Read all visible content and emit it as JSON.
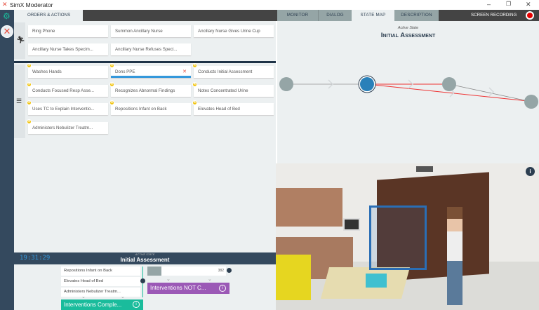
{
  "window": {
    "title": "SimX Moderator",
    "controls": [
      "minimize",
      "restore",
      "close"
    ]
  },
  "left_tabs": {
    "orders_actions": "ORDERS & ACTIONS"
  },
  "right_tabs": [
    {
      "label": "MONITOR"
    },
    {
      "label": "DIALOG"
    },
    {
      "label": "STATE MAP",
      "active": true
    },
    {
      "label": "DESCRIPTION"
    }
  ],
  "screen_recording": {
    "label": "SCREEN RECORDING",
    "color": "#e60000"
  },
  "actions": [
    "Ring Phone",
    "Summon Ancillary Nurse",
    "Ancillary Nurse Gives Urine Cup",
    "Ancillary Nurse Takes Specim...",
    "Ancillary Nurse Refuses Speci..."
  ],
  "checklist": [
    {
      "label": "Washes Hands"
    },
    {
      "label": "Dons PPE",
      "selected": true,
      "progress": 1.0
    },
    {
      "label": "Conducts Initial Assessment"
    },
    {
      "label": "Conducts Focused Resp Asse..."
    },
    {
      "label": "Recognizes Abnormal Findings"
    },
    {
      "label": "Notes Concentrated Urine"
    },
    {
      "label": "Uses TC to Explain Interventio..."
    },
    {
      "label": "Repositions Infant on Back"
    },
    {
      "label": "Elevates Head of Bed"
    },
    {
      "label": "Administers Nebulizer Treatm..."
    }
  ],
  "state_map": {
    "active_label": "Active State",
    "active_state": "Initial Assessment"
  },
  "bottom": {
    "timer": "19:31:29",
    "active_label": "ACTIVE STATE",
    "active_state": "Initial Assessment",
    "flow_items": [
      "Repositions Infant on Back",
      "Elevates Head of Bed",
      "Administers Nebulizer Treatm..."
    ],
    "counter": "382",
    "complete_label": "Interventions Comple...",
    "not_complete_label": "Interventions NOT C...",
    "colors": {
      "complete": "#1abc9c",
      "not_complete": "#9b59b6"
    }
  },
  "scene": {
    "info": "i"
  }
}
